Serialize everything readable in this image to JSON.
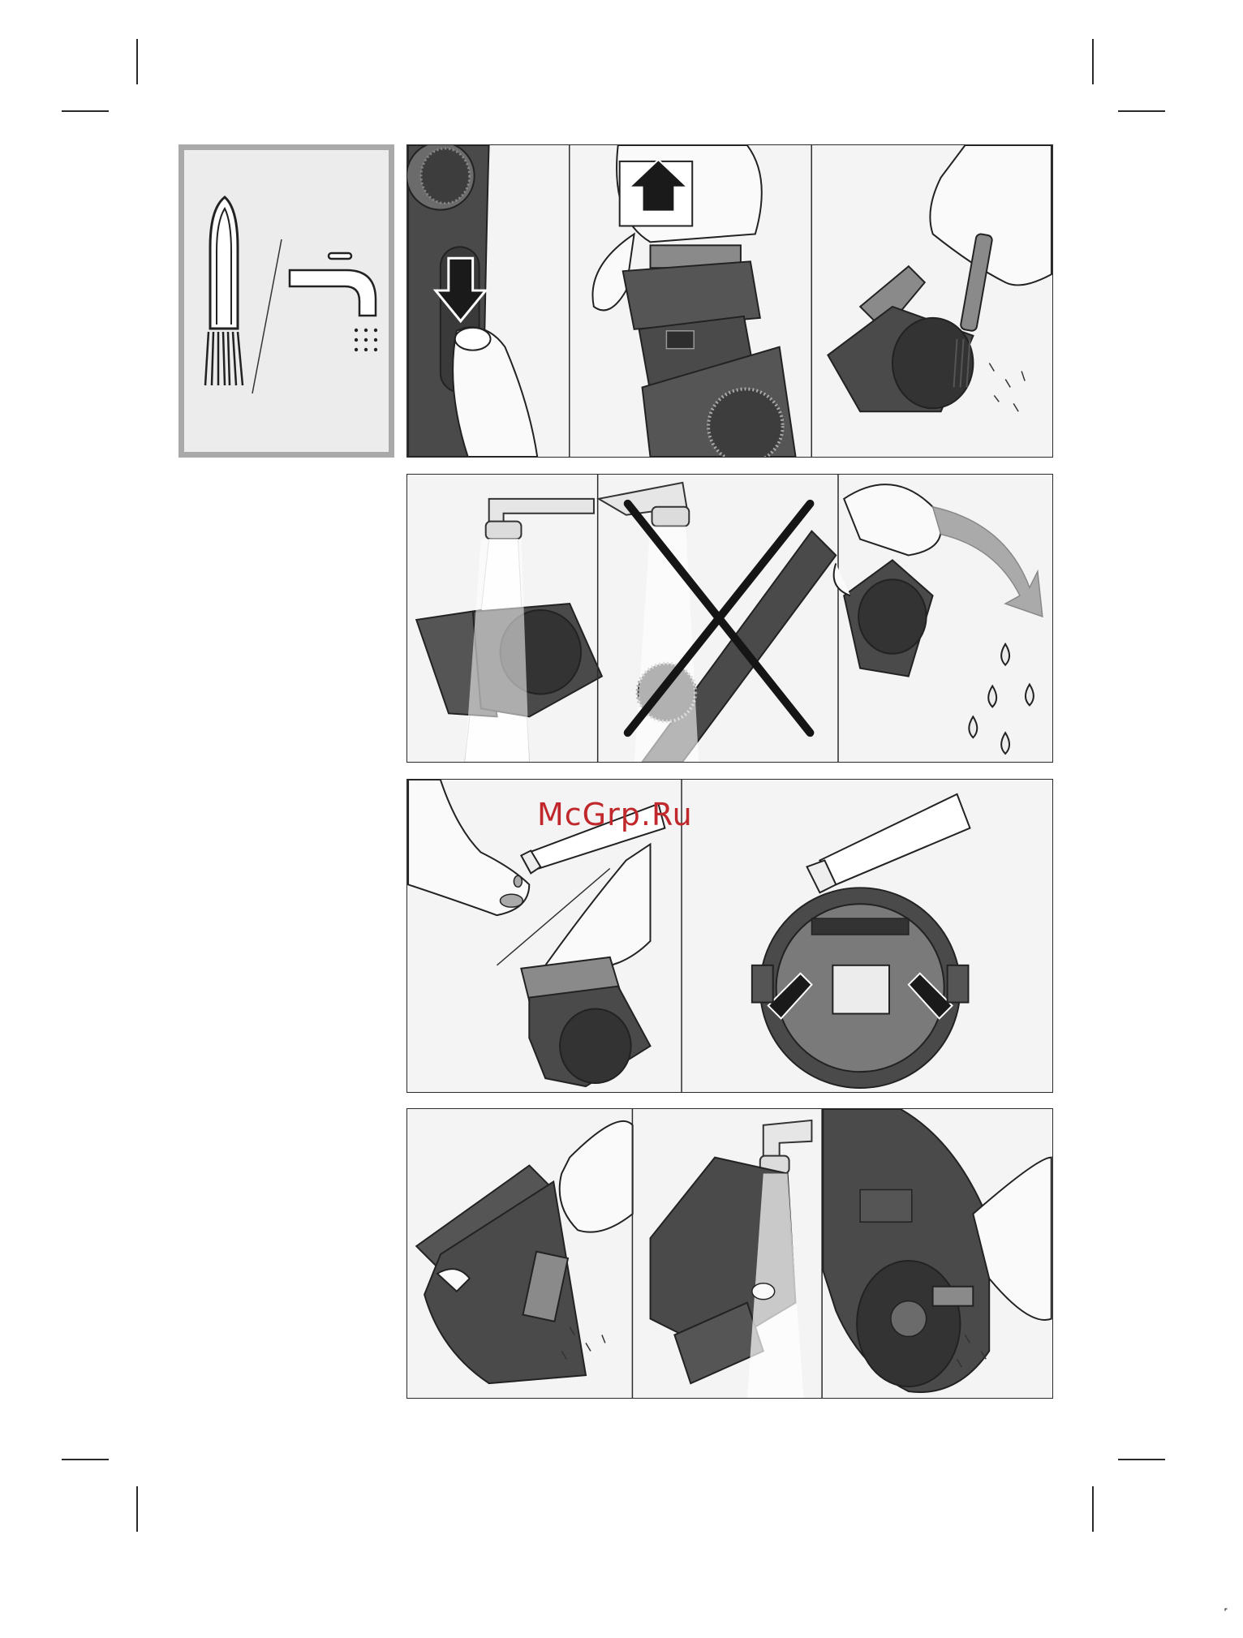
{
  "page": {
    "watermark": "McGrp.Ru",
    "page_mark": "˹"
  },
  "legend": {
    "icons": [
      "brush-icon",
      "tap-water-icon"
    ]
  },
  "rows": [
    {
      "panels": [
        "release-head-step",
        "remove-head-step",
        "brush-clean-head-step"
      ]
    },
    {
      "panels": [
        "rinse-head-step",
        "no-rinse-body-step",
        "shake-dry-step"
      ]
    },
    {
      "panels": [
        "oil-finger-step",
        "oil-cutter-step"
      ]
    },
    {
      "panels": [
        "brush-comb-step",
        "rinse-comb-step",
        "brush-body-step"
      ]
    }
  ],
  "colors": {
    "device_dark": "#4a4a4a",
    "device_mid": "#6b6b6b",
    "panel_bg": "#f4f4f4",
    "line": "#2b2b2b",
    "watermark": "#c0282b"
  }
}
